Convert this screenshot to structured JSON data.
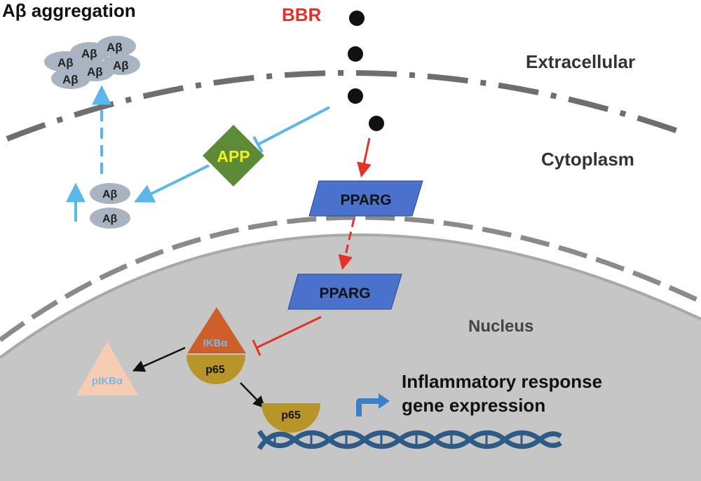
{
  "title": "Aβ aggregation",
  "regions": {
    "extracellular": "Extracellular",
    "cytoplasm": "Cytoplasm",
    "nucleus": "Nucleus"
  },
  "bbr": "BBR",
  "app": "APP",
  "pparg_cytoplasm": "PPARG",
  "pparg_nucleus": "PPARG",
  "ikba": "IKBα",
  "pikba": "pIKBα",
  "p65_complex": "p65",
  "p65_free": "p65",
  "abeta_aggregate": [
    "Aβ",
    "Aβ",
    "Aβ",
    "Aβ",
    "Aβ",
    "Aβ"
  ],
  "abeta_monomers": [
    "Aβ",
    "Aβ"
  ],
  "response": {
    "line1": "Inflammatory response",
    "line2": "gene expression"
  },
  "colors": {
    "bbr_text": "#e53127",
    "app_fill": "#5d8a35",
    "app_text": "#f4f21e",
    "pparg_fill": "#4a72cc",
    "ikba_fill": "#cf5f28",
    "ikba_text": "#7ab8e4",
    "pikba_fill": "#f4cdb3",
    "pikba_text": "#7ab8e4",
    "p65_fill": "#b89528",
    "abeta_fill": "#a9b4c3",
    "nucleus_fill": "#c6c6c6",
    "membrane": "#6e6e6e",
    "inhibit_blue": "#5ab8e8",
    "inhibit_red": "#e53127",
    "dna": "#2e5a86",
    "transcription_arrow": "#3a7fc8"
  }
}
